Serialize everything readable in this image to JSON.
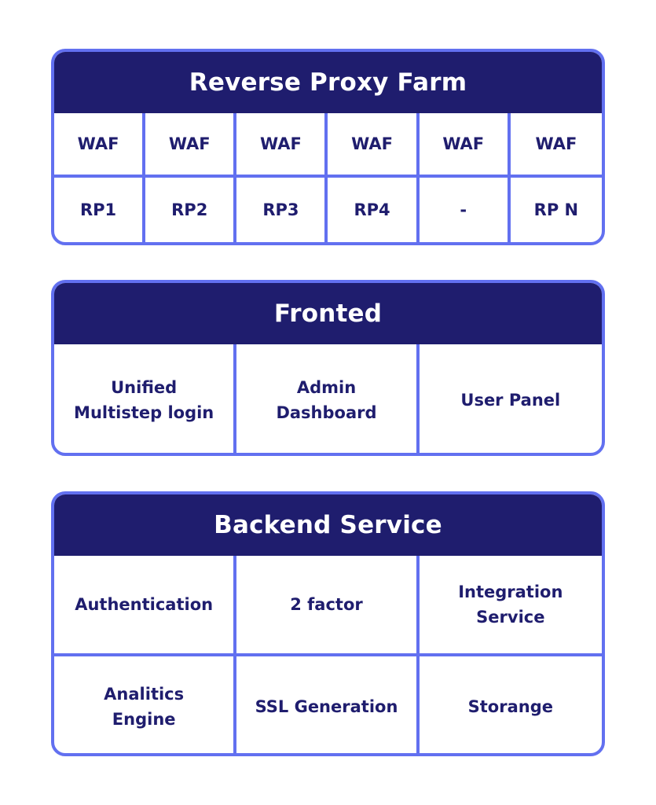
{
  "reverse_proxy_farm": {
    "title": "Reverse Proxy Farm",
    "waf_row": [
      "WAF",
      "WAF",
      "WAF",
      "WAF",
      "WAF",
      "WAF"
    ],
    "rp_row": [
      "RP1",
      "RP2",
      "RP3",
      "RP4",
      "-",
      "RP N"
    ]
  },
  "frontend": {
    "title": "Fronted",
    "items": [
      "Unified\nMultistep login",
      "Admin\nDashboard",
      "User Panel"
    ]
  },
  "backend": {
    "title": "Backend Service",
    "row1": [
      "Authentication",
      "2 factor",
      "Integration\nService"
    ],
    "row2": [
      "Analitics\nEngine",
      "SSL Generation",
      "Storange"
    ]
  },
  "colors": {
    "header_bg": "#1f1d6e",
    "border": "#6270f0",
    "text": "#1f1d6e"
  }
}
